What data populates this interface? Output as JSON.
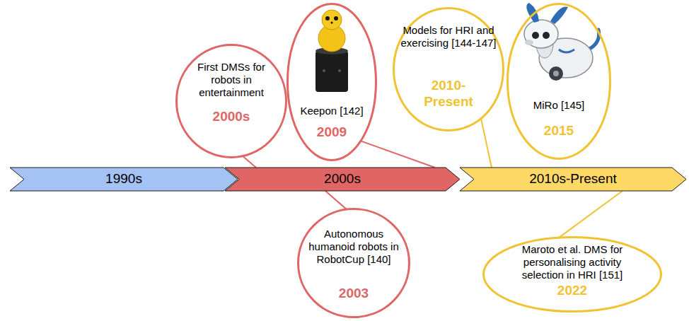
{
  "diagram": {
    "nodes": [
      {
        "text": [
          "First DMSs for robots in entertainment",
          "2000s"
        ]
      },
      {
        "text": [
          "Keepon [142]",
          "2009"
        ]
      },
      {
        "text": [
          "Models for HRI and exercising [144-147]",
          "2010-Present"
        ]
      },
      {
        "text": [
          "MiRo [145]",
          "2015"
        ]
      },
      {
        "text": [
          "1990s"
        ]
      },
      {
        "text": [
          "2000s"
        ]
      },
      {
        "text": [
          "2010s-Present"
        ]
      },
      {
        "text": [
          "Autonomous humanoid robots in RobotCup [140]",
          "2003"
        ]
      },
      {
        "text": [
          "Maroto et al. DMS for personalising activity selection in HRI [151]",
          "2022"
        ]
      }
    ],
    "edges": [
      {
        "from": 0,
        "to": 5,
        "arrow": "none"
      },
      {
        "from": 1,
        "to": 5,
        "arrow": "none"
      },
      {
        "from": 2,
        "to": 6,
        "arrow": "none"
      },
      {
        "from": 5,
        "to": 7,
        "arrow": "none"
      },
      {
        "from": 6,
        "to": 8,
        "arrow": "none"
      }
    ]
  }
}
